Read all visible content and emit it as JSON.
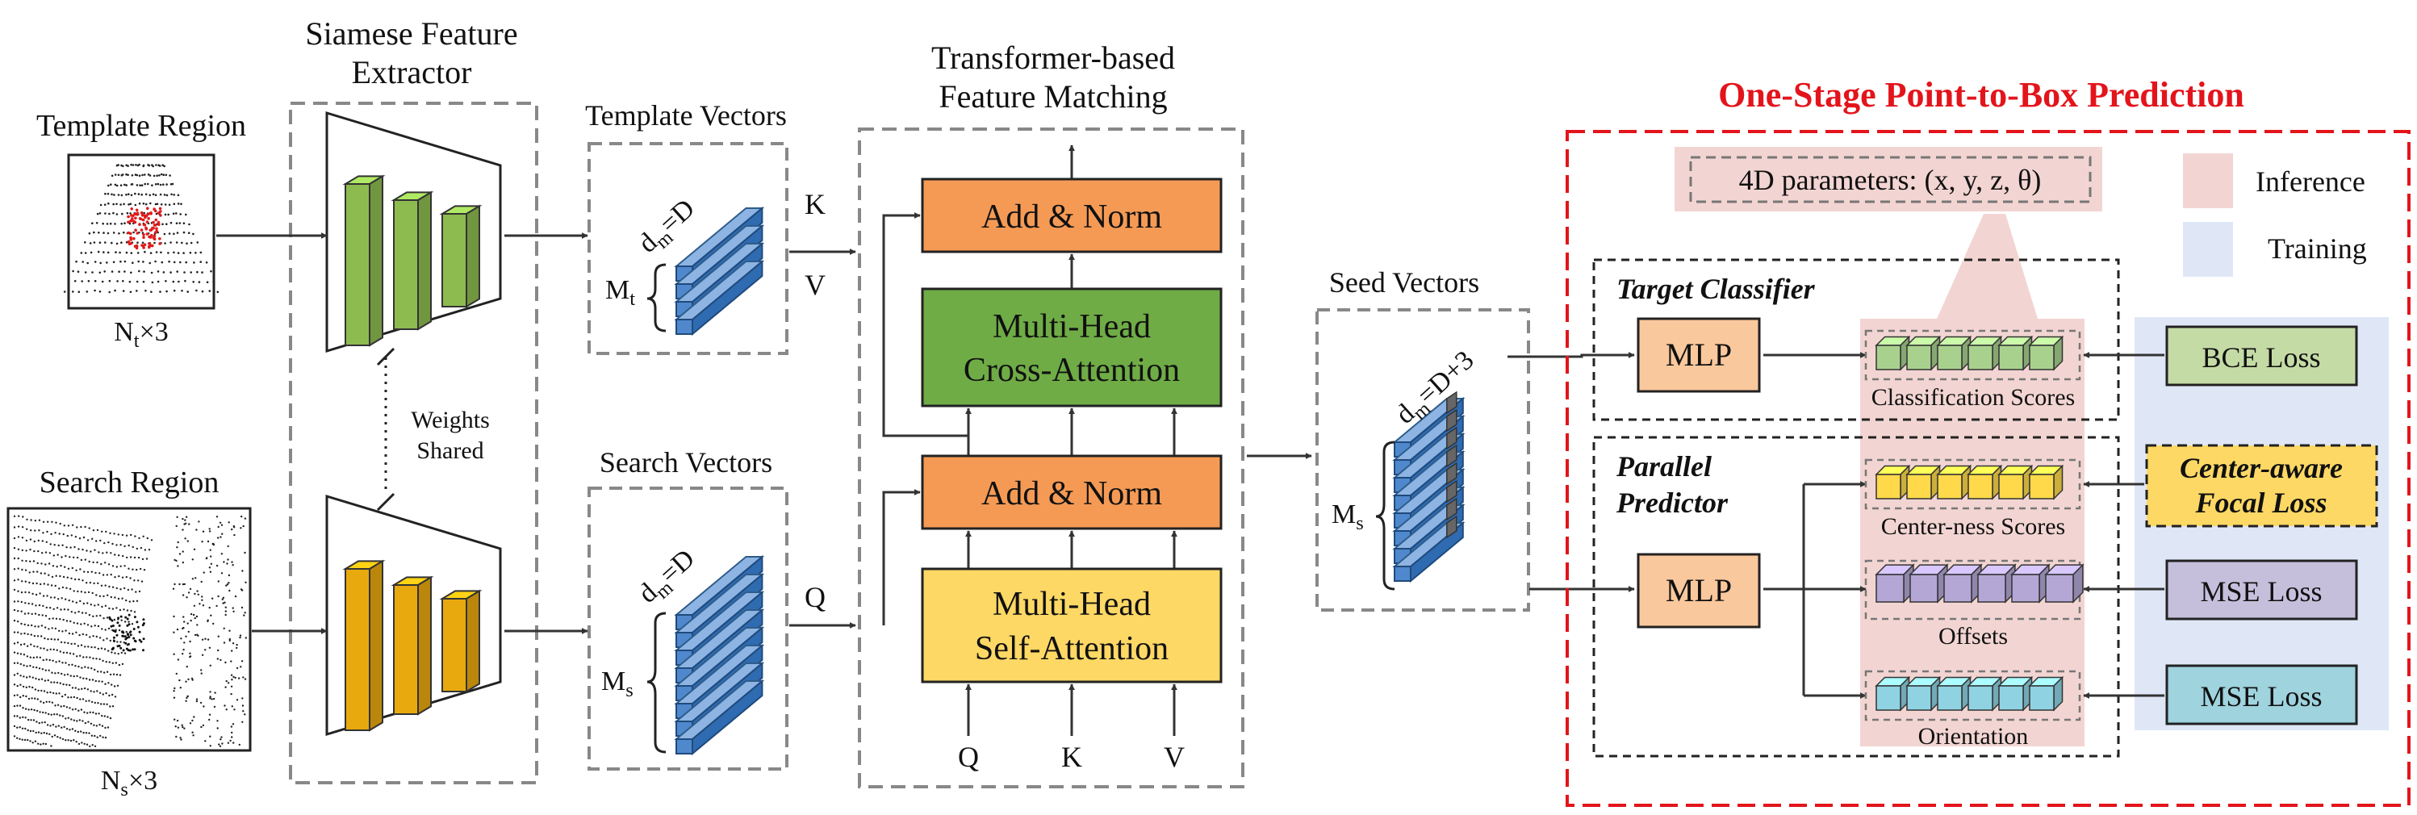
{
  "left": {
    "template_region": {
      "title": "Template Region",
      "size": "N",
      "size_sub": "t",
      "size_suffix": "×3"
    },
    "search_region": {
      "title": "Search Region",
      "size": "N",
      "size_sub": "s",
      "size_suffix": "×3"
    }
  },
  "extractor": {
    "title_line1": "Siamese Feature",
    "title_line2": "Extractor",
    "shared_line1": "Weights",
    "shared_line2": "Shared",
    "template_color": "#8dbb50",
    "search_color": "#e8a90f"
  },
  "template_vectors": {
    "title": "Template Vectors",
    "dim": "d",
    "dim_sub": "m",
    "dim_eq": "=D",
    "count": "M",
    "count_sub": "t"
  },
  "search_vectors": {
    "title": "Search Vectors",
    "dim": "d",
    "dim_sub": "m",
    "dim_eq": "=D",
    "count": "M",
    "count_sub": "s"
  },
  "kqv": {
    "k": "K",
    "v": "V",
    "q": "Q"
  },
  "transformer": {
    "title_line1": "Transformer-based",
    "title_line2": "Feature Matching",
    "add_norm_top": "Add & Norm",
    "cross_line1": "Multi-Head",
    "cross_line2": "Cross-Attention",
    "add_norm_bottom": "Add & Norm",
    "self_line1": "Multi-Head",
    "self_line2": "Self-Attention",
    "in_q": "Q",
    "in_k": "K",
    "in_v": "V",
    "orange": "#f59a55",
    "green": "#6fac46",
    "yellow": "#fdd865"
  },
  "seed_vectors": {
    "title": "Seed Vectors",
    "dim": "d",
    "dim_sub": "m",
    "dim_eq": "=D+3",
    "count": "M",
    "count_sub": "s"
  },
  "prediction": {
    "title": "One-Stage Point-to-Box Prediction",
    "params": "4D parameters: (x, y, z, θ)",
    "legend_inference": "Inference",
    "legend_training": "Training",
    "target_classifier": "Target Classifier",
    "parallel_line1": "Parallel",
    "parallel_line2": "Predictor",
    "mlp_top": "MLP",
    "mlp_bottom": "MLP",
    "classification_scores": "Classification Scores",
    "centerness_scores": "Center-ness Scores",
    "offsets": "Offsets",
    "orientation": "Orientation",
    "bce_loss": "BCE Loss",
    "focal_line1": "Center-aware",
    "focal_line2": "Focal Loss",
    "mse_loss_1": "MSE Loss",
    "mse_loss_2": "MSE Loss",
    "accent_red": "#e3141b",
    "inference_color": "#f2d5d2",
    "training_color": "#dfe7f7"
  }
}
